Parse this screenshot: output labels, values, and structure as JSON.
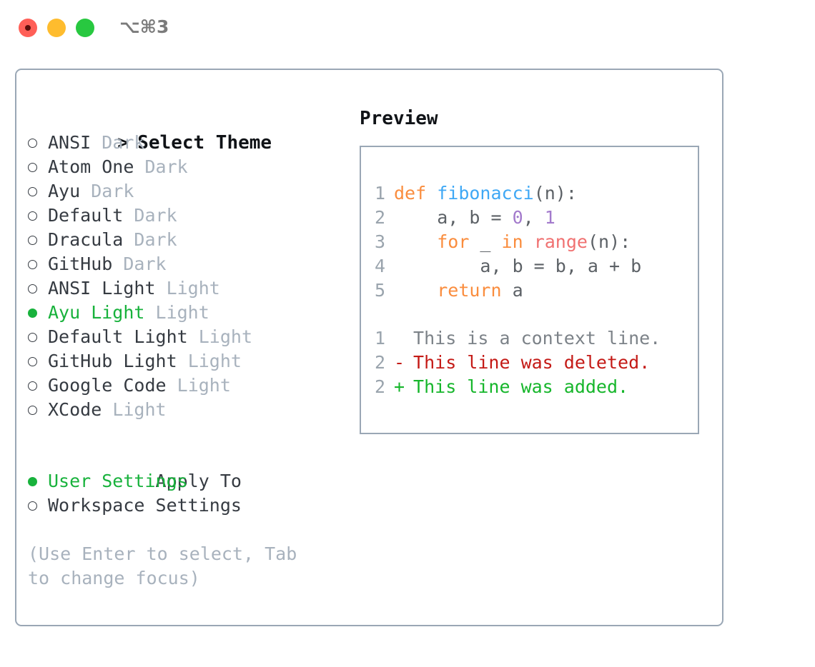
{
  "window": {
    "shortcut": "⌥⌘3",
    "traffic_lights": [
      {
        "name": "close",
        "color": "#ff5f57"
      },
      {
        "name": "minimize",
        "color": "#febc2e"
      },
      {
        "name": "maximize",
        "color": "#28c840"
      }
    ]
  },
  "theme_list": {
    "header": "Select Theme",
    "header_marker": ">",
    "marker_selected": "●",
    "marker_unselected": "○",
    "items": [
      {
        "name": "ANSI",
        "variant": "Dark",
        "selected": false
      },
      {
        "name": "Atom One",
        "variant": "Dark",
        "selected": false
      },
      {
        "name": "Ayu",
        "variant": "Dark",
        "selected": false
      },
      {
        "name": "Default",
        "variant": "Dark",
        "selected": false
      },
      {
        "name": "Dracula",
        "variant": "Dark",
        "selected": false
      },
      {
        "name": "GitHub",
        "variant": "Dark",
        "selected": false
      },
      {
        "name": "ANSI Light",
        "variant": "Light",
        "selected": false
      },
      {
        "name": "Ayu Light",
        "variant": "Light",
        "selected": true
      },
      {
        "name": "Default Light",
        "variant": "Light",
        "selected": false
      },
      {
        "name": "GitHub Light",
        "variant": "Light",
        "selected": false
      },
      {
        "name": "Google Code",
        "variant": "Light",
        "selected": false
      },
      {
        "name": "XCode",
        "variant": "Light",
        "selected": false
      }
    ]
  },
  "apply_to": {
    "label": "Apply To",
    "options": [
      {
        "label": "User Settings",
        "selected": true
      },
      {
        "label": "Workspace Settings",
        "selected": false
      }
    ]
  },
  "hint": "(Use Enter to select, Tab to change focus)",
  "preview": {
    "title": "Preview",
    "code_lines": [
      {
        "no": "1",
        "tokens": [
          {
            "t": "def ",
            "c": "tok-kw"
          },
          {
            "t": "fibonacci",
            "c": "tok-fn"
          },
          {
            "t": "(n):",
            "c": "tok-plain"
          }
        ]
      },
      {
        "no": "2",
        "tokens": [
          {
            "t": "    a, b = ",
            "c": "tok-plain"
          },
          {
            "t": "0",
            "c": "tok-num"
          },
          {
            "t": ", ",
            "c": "tok-plain"
          },
          {
            "t": "1",
            "c": "tok-num"
          }
        ]
      },
      {
        "no": "3",
        "tokens": [
          {
            "t": "    ",
            "c": "tok-plain"
          },
          {
            "t": "for",
            "c": "tok-kw"
          },
          {
            "t": " _ ",
            "c": "tok-plain"
          },
          {
            "t": "in",
            "c": "tok-kw"
          },
          {
            "t": " ",
            "c": "tok-plain"
          },
          {
            "t": "range",
            "c": "tok-builtin"
          },
          {
            "t": "(n):",
            "c": "tok-plain"
          }
        ]
      },
      {
        "no": "4",
        "tokens": [
          {
            "t": "        a, b = b, a + b",
            "c": "tok-plain"
          }
        ]
      },
      {
        "no": "5",
        "tokens": [
          {
            "t": "    ",
            "c": "tok-plain"
          },
          {
            "t": "return",
            "c": "tok-kw"
          },
          {
            "t": " a",
            "c": "tok-plain"
          }
        ]
      }
    ],
    "diff_lines": [
      {
        "no": "1",
        "sign": " ",
        "text": "This is a context line.",
        "kind": "diff-ctx"
      },
      {
        "no": "2",
        "sign": "-",
        "text": "This line was deleted.",
        "kind": "diff-del"
      },
      {
        "no": "2",
        "sign": "+",
        "text": "This line was added.",
        "kind": "diff-add"
      }
    ]
  }
}
